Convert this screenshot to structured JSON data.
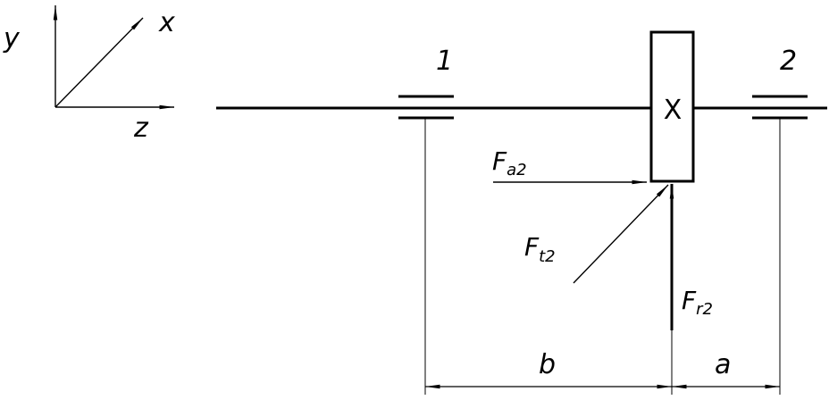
{
  "axes": {
    "y": "y",
    "x": "x",
    "z": "z"
  },
  "bearings": {
    "left": "1",
    "right": "2"
  },
  "gear": {
    "mark": "X"
  },
  "forces": {
    "axial": {
      "main": "F",
      "sub": "a2"
    },
    "tangential": {
      "main": "F",
      "sub": "t2"
    },
    "radial": {
      "main": "F",
      "sub": "r2"
    }
  },
  "dimensions": {
    "b": "b",
    "a": "a"
  },
  "colors": {
    "line": "#000000",
    "background": "#ffffff"
  }
}
